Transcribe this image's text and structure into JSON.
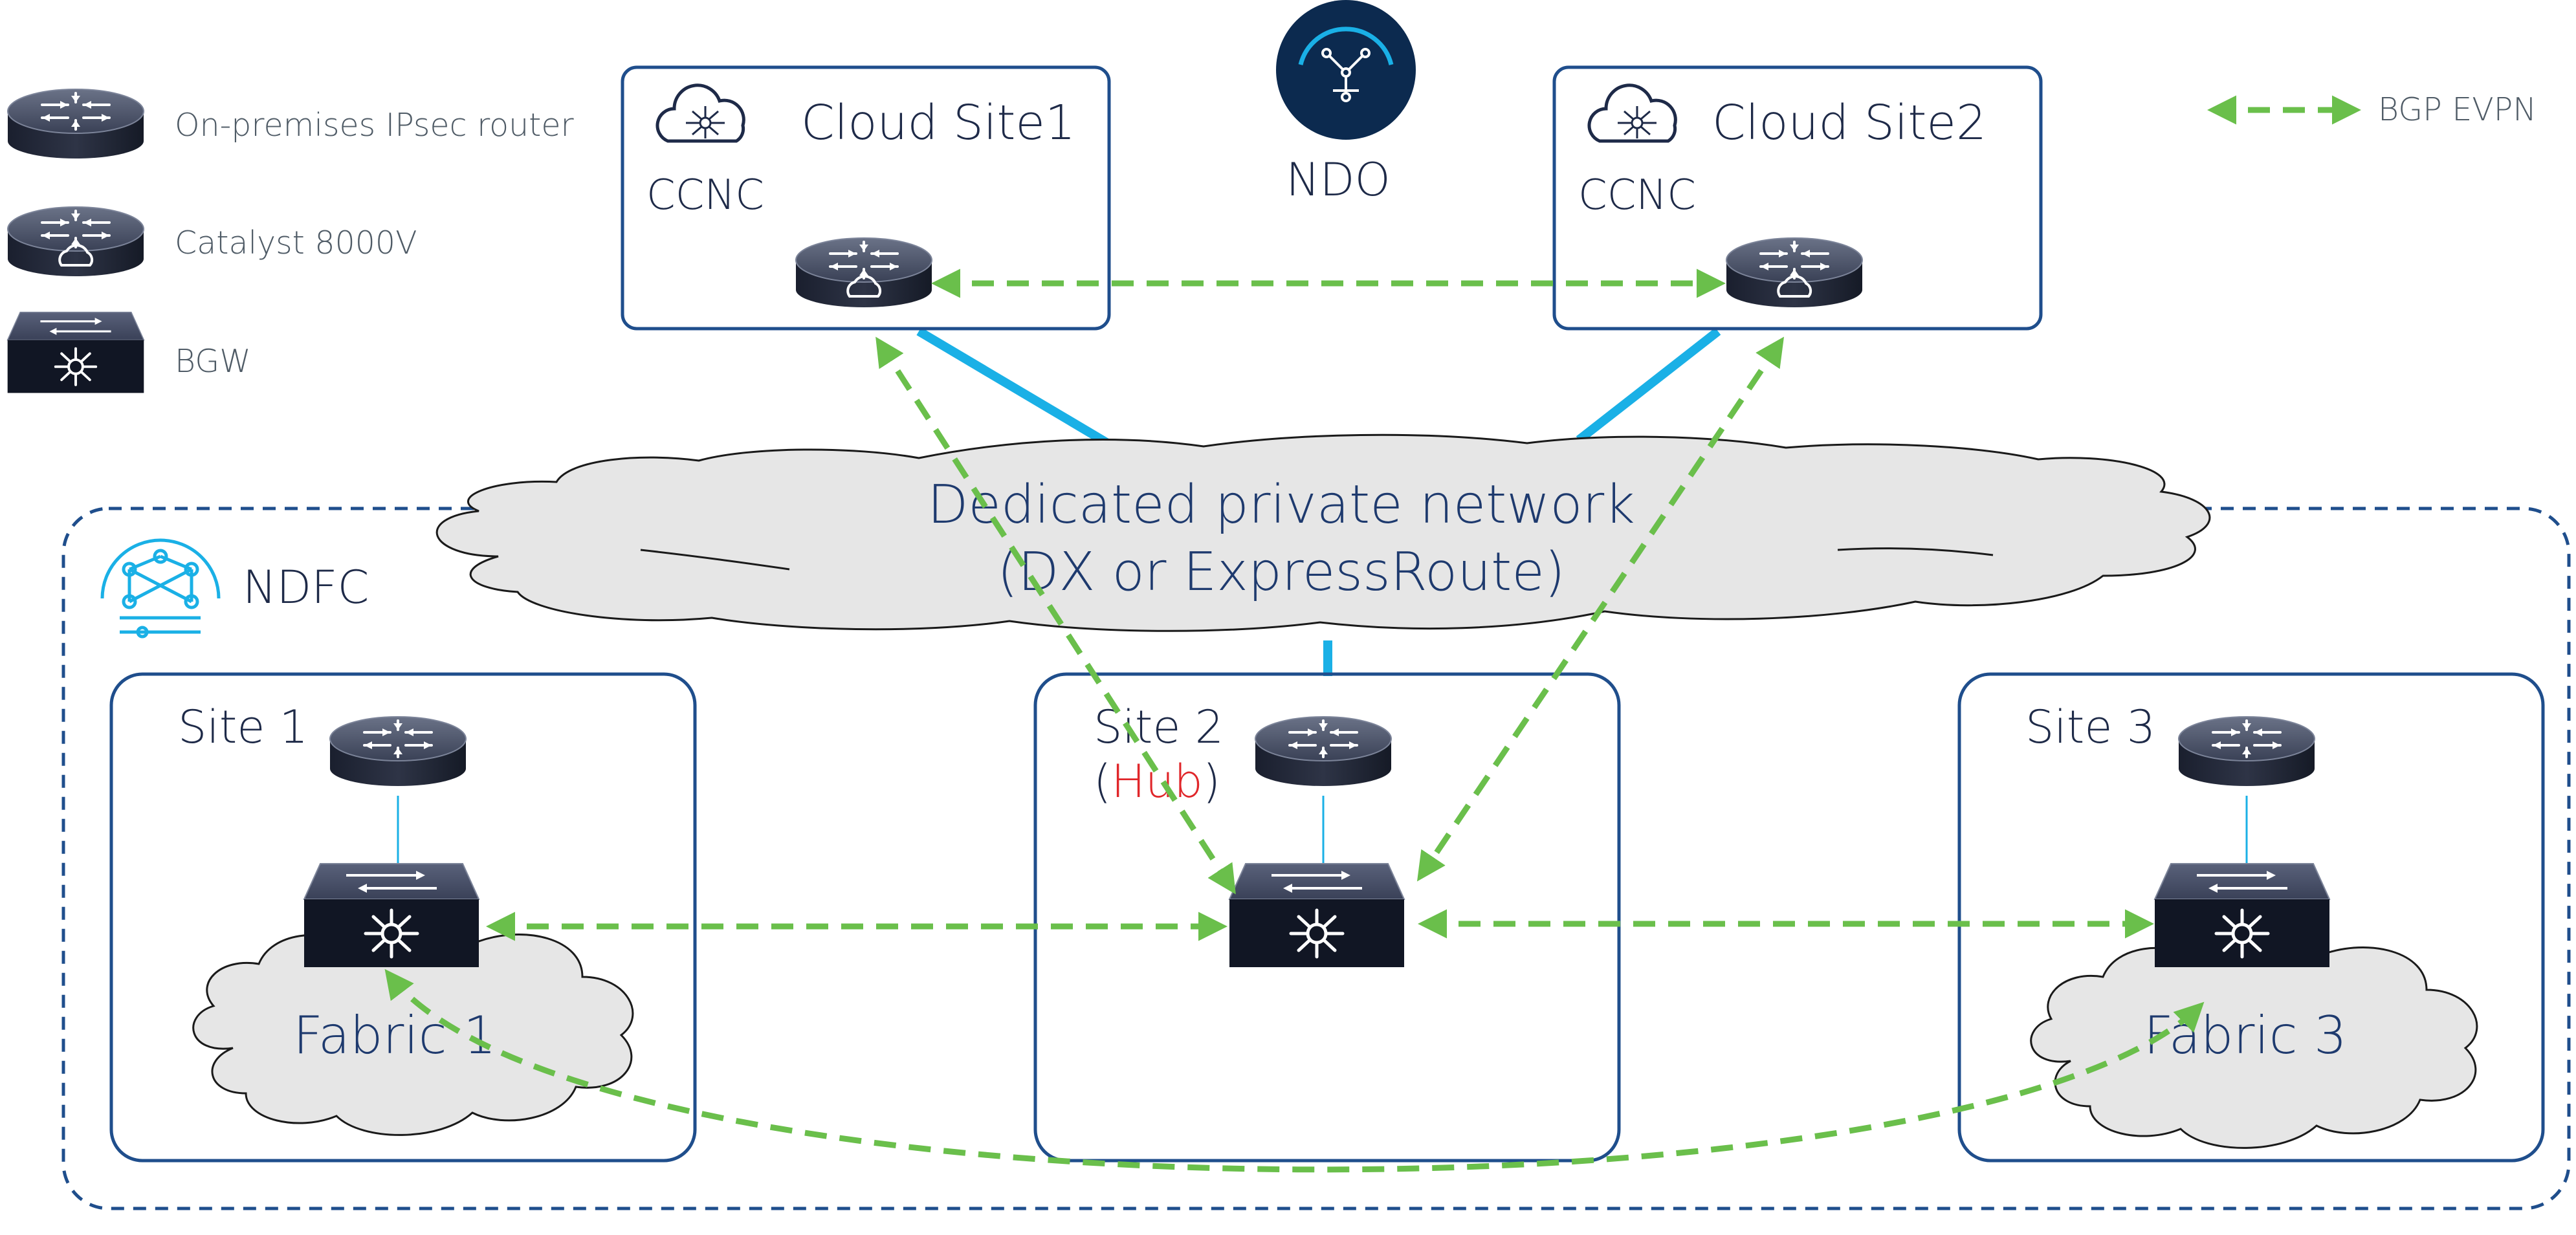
{
  "legend": {
    "router_label": "On-premises IPsec router",
    "catalyst_label": "Catalyst 8000V",
    "bgw_label": "BGW",
    "bgp_label": "BGP EVPN"
  },
  "cloud_sites": [
    {
      "title": "Cloud Site1",
      "controller": "CCNC"
    },
    {
      "title": "Cloud Site2",
      "controller": "CCNC"
    }
  ],
  "ndo": {
    "label": "NDO"
  },
  "network": {
    "line1": "Dedicated private network",
    "line2": "(DX or ExpressRoute)"
  },
  "ndfc": {
    "label": "NDFC"
  },
  "sites": [
    {
      "title": "Site 1",
      "fabric": "Fabric 1"
    },
    {
      "title": "Site 2",
      "open_paren": "(",
      "hub": "Hub",
      "close_paren": ")"
    },
    {
      "title": "Site 3",
      "fabric": "Fabric 3"
    }
  ],
  "colors": {
    "bgp_evpn": "#6abf4b",
    "link": "#1ab0e6",
    "frame": "#1f4e8c",
    "hub": "#e0262a",
    "ndo_circle": "#0c2a4f"
  },
  "icons": [
    "router-icon",
    "catalyst-8000v-icon",
    "bgw-switch-icon",
    "ccnc-cloud-icon",
    "ndo-icon",
    "ndfc-icon"
  ]
}
